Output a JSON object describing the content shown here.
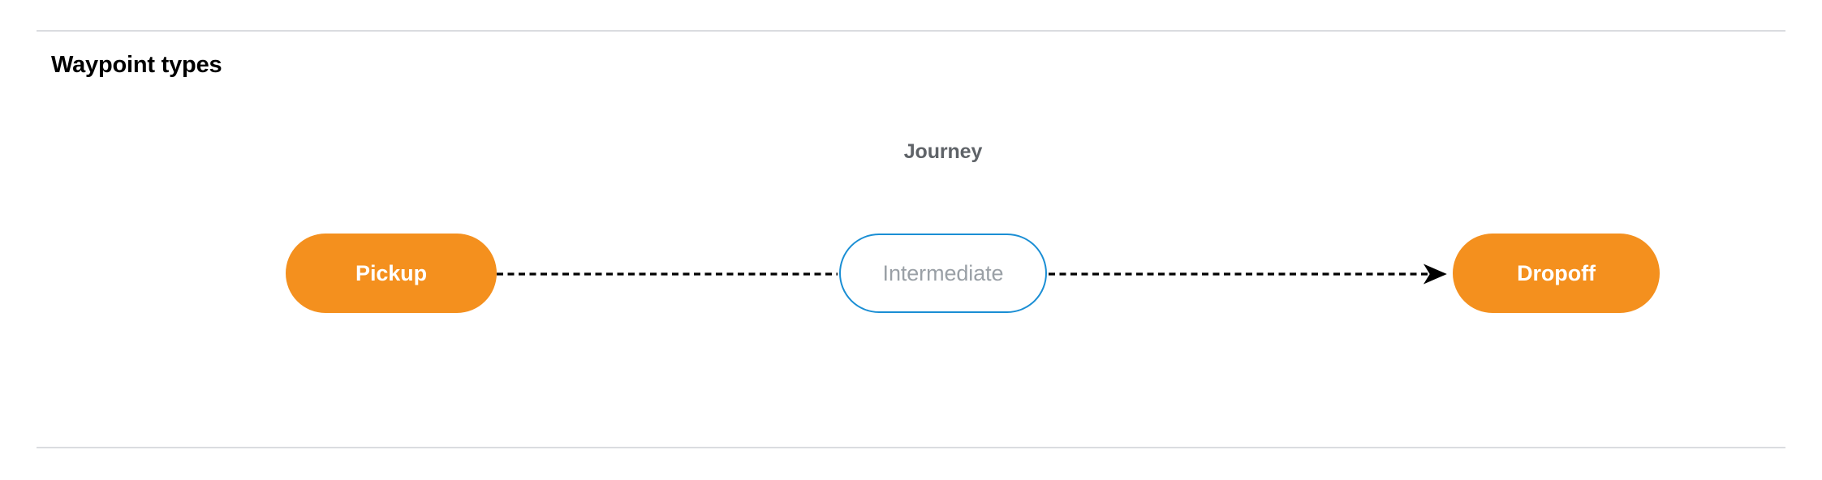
{
  "panel": {
    "title": "Waypoint types"
  },
  "diagram": {
    "group_label": "Journey",
    "nodes": [
      {
        "id": "pickup",
        "label": "Pickup",
        "kind": "terminal",
        "fill": "#F4901E",
        "text_color": "#FFFFFF"
      },
      {
        "id": "intermediate",
        "label": "Intermediate",
        "kind": "optional",
        "fill": "#FFFFFF",
        "border_color": "#1A8ED4",
        "text_color": "#9AA0A6"
      },
      {
        "id": "dropoff",
        "label": "Dropoff",
        "kind": "terminal",
        "fill": "#F4901E",
        "text_color": "#FFFFFF"
      }
    ],
    "edges": [
      {
        "from": "pickup",
        "to": "intermediate",
        "style": "dashed",
        "arrow": false,
        "color": "#000000"
      },
      {
        "from": "intermediate",
        "to": "dropoff",
        "style": "dashed",
        "arrow": true,
        "color": "#000000"
      }
    ]
  },
  "colors": {
    "accent_orange": "#F4901E",
    "accent_blue": "#1A8ED4",
    "divider": "#DADCE0",
    "muted_text": "#5F6368",
    "placeholder_text": "#9AA0A6"
  }
}
